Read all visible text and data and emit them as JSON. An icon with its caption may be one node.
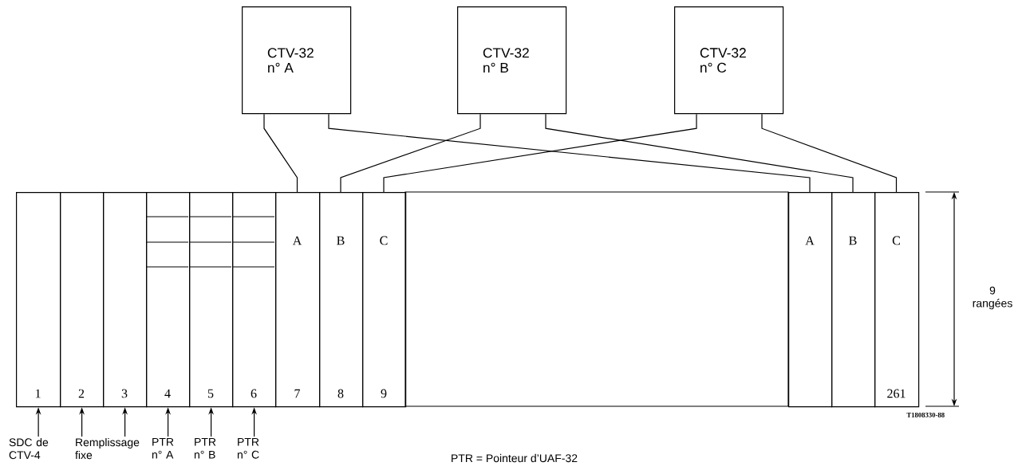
{
  "diagram": {
    "nodes": [
      {
        "text": [
          "CTV-32 n° A"
        ]
      },
      {
        "text": [
          "CTV-32 n° B"
        ]
      },
      {
        "text": [
          "CTV-32 n° C"
        ]
      },
      {
        "text": [
          "1"
        ]
      },
      {
        "text": [
          "2"
        ]
      },
      {
        "text": [
          "3"
        ]
      },
      {
        "text": [
          "4"
        ]
      },
      {
        "text": [
          "5"
        ]
      },
      {
        "text": [
          "6"
        ]
      },
      {
        "text": [
          "A",
          "7"
        ]
      },
      {
        "text": [
          "B",
          "8"
        ]
      },
      {
        "text": [
          "C",
          "9"
        ]
      },
      {
        "text": [
          "A"
        ]
      },
      {
        "text": [
          "B"
        ]
      },
      {
        "text": [
          "C",
          "261"
        ]
      },
      {
        "text": [
          "SDC de CTV-4"
        ]
      },
      {
        "text": [
          "Remplissage fixe"
        ]
      },
      {
        "text": [
          "PTR n° A"
        ]
      },
      {
        "text": [
          "PTR n° B"
        ]
      },
      {
        "text": [
          "PTR n° C"
        ]
      }
    ],
    "edges": [
      {
        "from": 0,
        "to": 9,
        "arrow": "none"
      },
      {
        "from": 0,
        "to": 12,
        "arrow": "none"
      },
      {
        "from": 1,
        "to": 10,
        "arrow": "none"
      },
      {
        "from": 1,
        "to": 13,
        "arrow": "none"
      },
      {
        "from": 2,
        "to": 11,
        "arrow": "none"
      },
      {
        "from": 2,
        "to": 14,
        "arrow": "none"
      },
      {
        "from": 15,
        "to": 3,
        "arrow": "to"
      },
      {
        "from": 16,
        "to": 4,
        "arrow": "to"
      },
      {
        "from": 16,
        "to": 5,
        "arrow": "to"
      },
      {
        "from": 17,
        "to": 6,
        "arrow": "to"
      },
      {
        "from": 18,
        "to": 7,
        "arrow": "to"
      },
      {
        "from": 19,
        "to": 8,
        "arrow": "to"
      }
    ],
    "labels": [
      "9 rangées",
      "T1808330-88",
      "PTR = Pointeur d’UAF-32"
    ]
  }
}
